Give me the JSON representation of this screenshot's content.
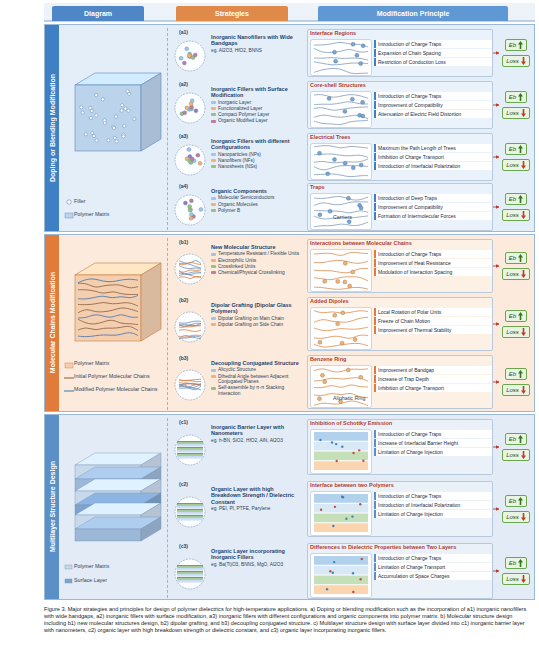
{
  "diagram": {
    "caption": "Figure 3. Major strategies and principles for design of polymer dielectrics for high-temperature applications. a) Doping or blending modification such as the incorporation of a1) inorganic nanofillers with wide bandgaps, a2) inorganic fillers with surface modification, a3) inorganic fillers with different configurations and organic components into polymer matrix. b) Molecular structure design including b1) new molecular structures design, b2) dipolar grafting, and b3) decoupling conjugated structure. c) Multilayer structure design with surface layer divided into c1) inorganic barrier layer with nanometers, c2) organic layer with high breakdown strength or dielectric constant, and c3) organic layer incorporating inorganic fillers.",
    "nodes": [
      {
        "text": [
          "Diagram"
        ]
      },
      {
        "text": [
          "Strategies"
        ]
      },
      {
        "text": [
          "Modification Principle"
        ]
      },
      {
        "text": [
          "Doping or Blending Modification"
        ]
      },
      {
        "text": [
          "(a1)",
          "Inorganic Nanofillers with Wide Bandgaps",
          "eg. Al2O3, HfO2, BNNS"
        ],
        "in": 3
      },
      {
        "text": [
          "Interface Regions",
          "Introduction of Charge Traps",
          "Expansion of Chain Spacing",
          "Restriction of Conduction Loss"
        ],
        "in": 3
      },
      {
        "text": [
          "Eb",
          "Loss"
        ],
        "in": 3
      },
      {
        "text": [
          "(a2)",
          "Inorganic Fillers with Surface Modification",
          "Inorganic Layer",
          "Functionalized Layer",
          "Compact Polymer Layer",
          "Organic Modified Layer"
        ],
        "in": 3
      },
      {
        "text": [
          "Core-shell Structures",
          "Introduction of Charge Traps",
          "Improvement of Compatibility",
          "Attenuation of Electric Field Distortion"
        ],
        "in": 3
      },
      {
        "text": [
          "Eb",
          "Loss"
        ],
        "in": 3
      },
      {
        "text": [
          "(a3)",
          "Inorganic Fillers with different Configurations",
          "Nanoparticles (NPs)",
          "Nanofibers (NFs)",
          "Nanosheets (NSs)"
        ],
        "in": 3
      },
      {
        "text": [
          "Electrical Trees",
          "Maximum the Path Length of Trees",
          "Inhibition of Charge Transport",
          "Introduction of Interfacial Polarization"
        ],
        "in": 3
      },
      {
        "text": [
          "Eb",
          "Loss"
        ],
        "in": 3
      },
      {
        "text": [
          "(a4)",
          "Organic Components",
          "Molecular Semiconductors",
          "Organic Molecules",
          "Polymer B"
        ],
        "in": 3
      },
      {
        "text": [
          "Traps",
          "Introduction of Deep Traps",
          "Improvement of Compatibility",
          "Formation of Intermolecular Forces"
        ],
        "in": 3
      },
      {
        "text": [
          "Eb",
          "Loss"
        ],
        "in": 3
      },
      {
        "text": [
          "Molecular Chains Modification"
        ]
      },
      {
        "text": [
          "(b1)",
          "New Molecular Structure",
          "Temperature Resistant / Flexible Units",
          "Electrophilic Units",
          "Crosslinked Units",
          "Chemical/Physical Crosslinking"
        ],
        "in": 16
      },
      {
        "text": [
          "Interactions between Molecular Chains",
          "Introduction of Charge Traps",
          "Improvement of Heat Resistance",
          "Modulation of Interaction Spacing"
        ],
        "in": 16
      },
      {
        "text": [
          "Eb",
          "Loss"
        ],
        "in": 16
      },
      {
        "text": [
          "(b2)",
          "Dipolar Grafting (Dipolar Glass Polymers)",
          "Dipolar Grafting on Main Chain",
          "Dipolar Grafting on Side Chain"
        ],
        "in": 16
      },
      {
        "text": [
          "Added Dipoles",
          "Local Rotation of Polar Units",
          "Freeze of Chain Motion",
          "Improvement of Thermal Stability"
        ],
        "in": 16
      },
      {
        "text": [
          "Eb",
          "Loss"
        ],
        "in": 16
      },
      {
        "text": [
          "(b3)",
          "Decoupling Conjugated Structure",
          "Alicyclic Structure",
          "Dihedral Angle between Adjacent Conjugated Planes",
          "Self-assemble by π-π Stacking Interaction"
        ],
        "in": 16
      },
      {
        "text": [
          "Benzene Ring",
          "Improvement of Bandgap",
          "Increase of Trap Depth",
          "Inhibition of Charge Transport"
        ],
        "in": 16
      },
      {
        "text": [
          "Eb",
          "Loss"
        ],
        "in": 16
      },
      {
        "text": [
          "Multilayer Structure Design"
        ]
      },
      {
        "text": [
          "(c1)",
          "Inorganic Barrier Layer with Nanometers",
          "eg. h-BN, SiO2, HfO2, AlN, Al2O3"
        ],
        "in": 26
      },
      {
        "text": [
          "Inhibition of Schottky Emission",
          "Introduction of Charge Traps",
          "Increase of Interfacial Barrier Height",
          "Limitation of Charge Injection"
        ],
        "in": 26
      },
      {
        "text": [
          "Eb",
          "Loss"
        ],
        "in": 26
      },
      {
        "text": [
          "(c2)",
          "Organic Layer with high Breakdown Strength / Dielectric Constant",
          "eg. PEI, PI, PTFE, Parylene"
        ],
        "in": 26
      },
      {
        "text": [
          "Interface between two Polymers",
          "Introduction of Charge Traps",
          "Introduction of Interfacial Polarization",
          "Limitation of Charge Injection"
        ],
        "in": 26
      },
      {
        "text": [
          "Eb",
          "Loss"
        ],
        "in": 26
      },
      {
        "text": [
          "(c3)",
          "Organic Layer incorporating Inorganic Fillers",
          "eg. Ba(Ti)O3, BNNS, MgO, Al2O3"
        ],
        "in": 26
      },
      {
        "text": [
          "Differences in Dielectric Properties between Two Layers",
          "Introduction of Charge Traps",
          "Limitation of Charge Transport",
          "Accumulation of Space Charges"
        ],
        "in": 26
      },
      {
        "text": [
          "Eb",
          "Loss"
        ],
        "in": 26
      }
    ],
    "edges": [
      {
        "from": 5,
        "to": 6,
        "arrow": "to"
      },
      {
        "from": 8,
        "to": 9,
        "arrow": "to"
      },
      {
        "from": 11,
        "to": 12,
        "arrow": "to"
      },
      {
        "from": 14,
        "to": 15,
        "arrow": "to"
      },
      {
        "from": 18,
        "to": 19,
        "arrow": "to"
      },
      {
        "from": 21,
        "to": 22,
        "arrow": "to"
      },
      {
        "from": 24,
        "to": 25,
        "arrow": "to"
      },
      {
        "from": 28,
        "to": 29,
        "arrow": "to"
      },
      {
        "from": 31,
        "to": 32,
        "arrow": "to"
      },
      {
        "from": 34,
        "to": 35,
        "arrow": "to"
      }
    ],
    "labels": [
      "Filler",
      "Polymer Matrix",
      "Carriers",
      "Polymer Matrix",
      "Initial Polymer Molecular Chains",
      "Modified Polymer Molecular Chains",
      "Aliphatic Ring",
      "Polymer Matrix",
      "Surface Layer"
    ]
  }
}
